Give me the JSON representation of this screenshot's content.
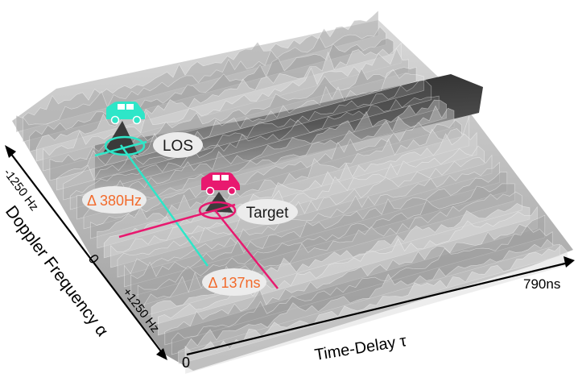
{
  "colors": {
    "los": "#2ee6c8",
    "target": "#e8196f",
    "delta_text": "#f26a2b",
    "label_bubble": "#ececec"
  },
  "icons": {
    "los_vehicle": "suv-icon",
    "target_vehicle": "suv-icon"
  },
  "axes": {
    "doppler": {
      "title": "Doppler Frequency α",
      "tick_min": "-1250 Hz",
      "tick_mid": "0",
      "tick_max": "+1250 Hz"
    },
    "delay": {
      "title": "Time-Delay τ",
      "tick_min": "0",
      "tick_max": "790ns"
    }
  },
  "annotations": {
    "los_label": "LOS",
    "target_label": "Target",
    "doppler_delta": "Δ 380Hz",
    "delay_delta": "Δ 137ns"
  }
}
